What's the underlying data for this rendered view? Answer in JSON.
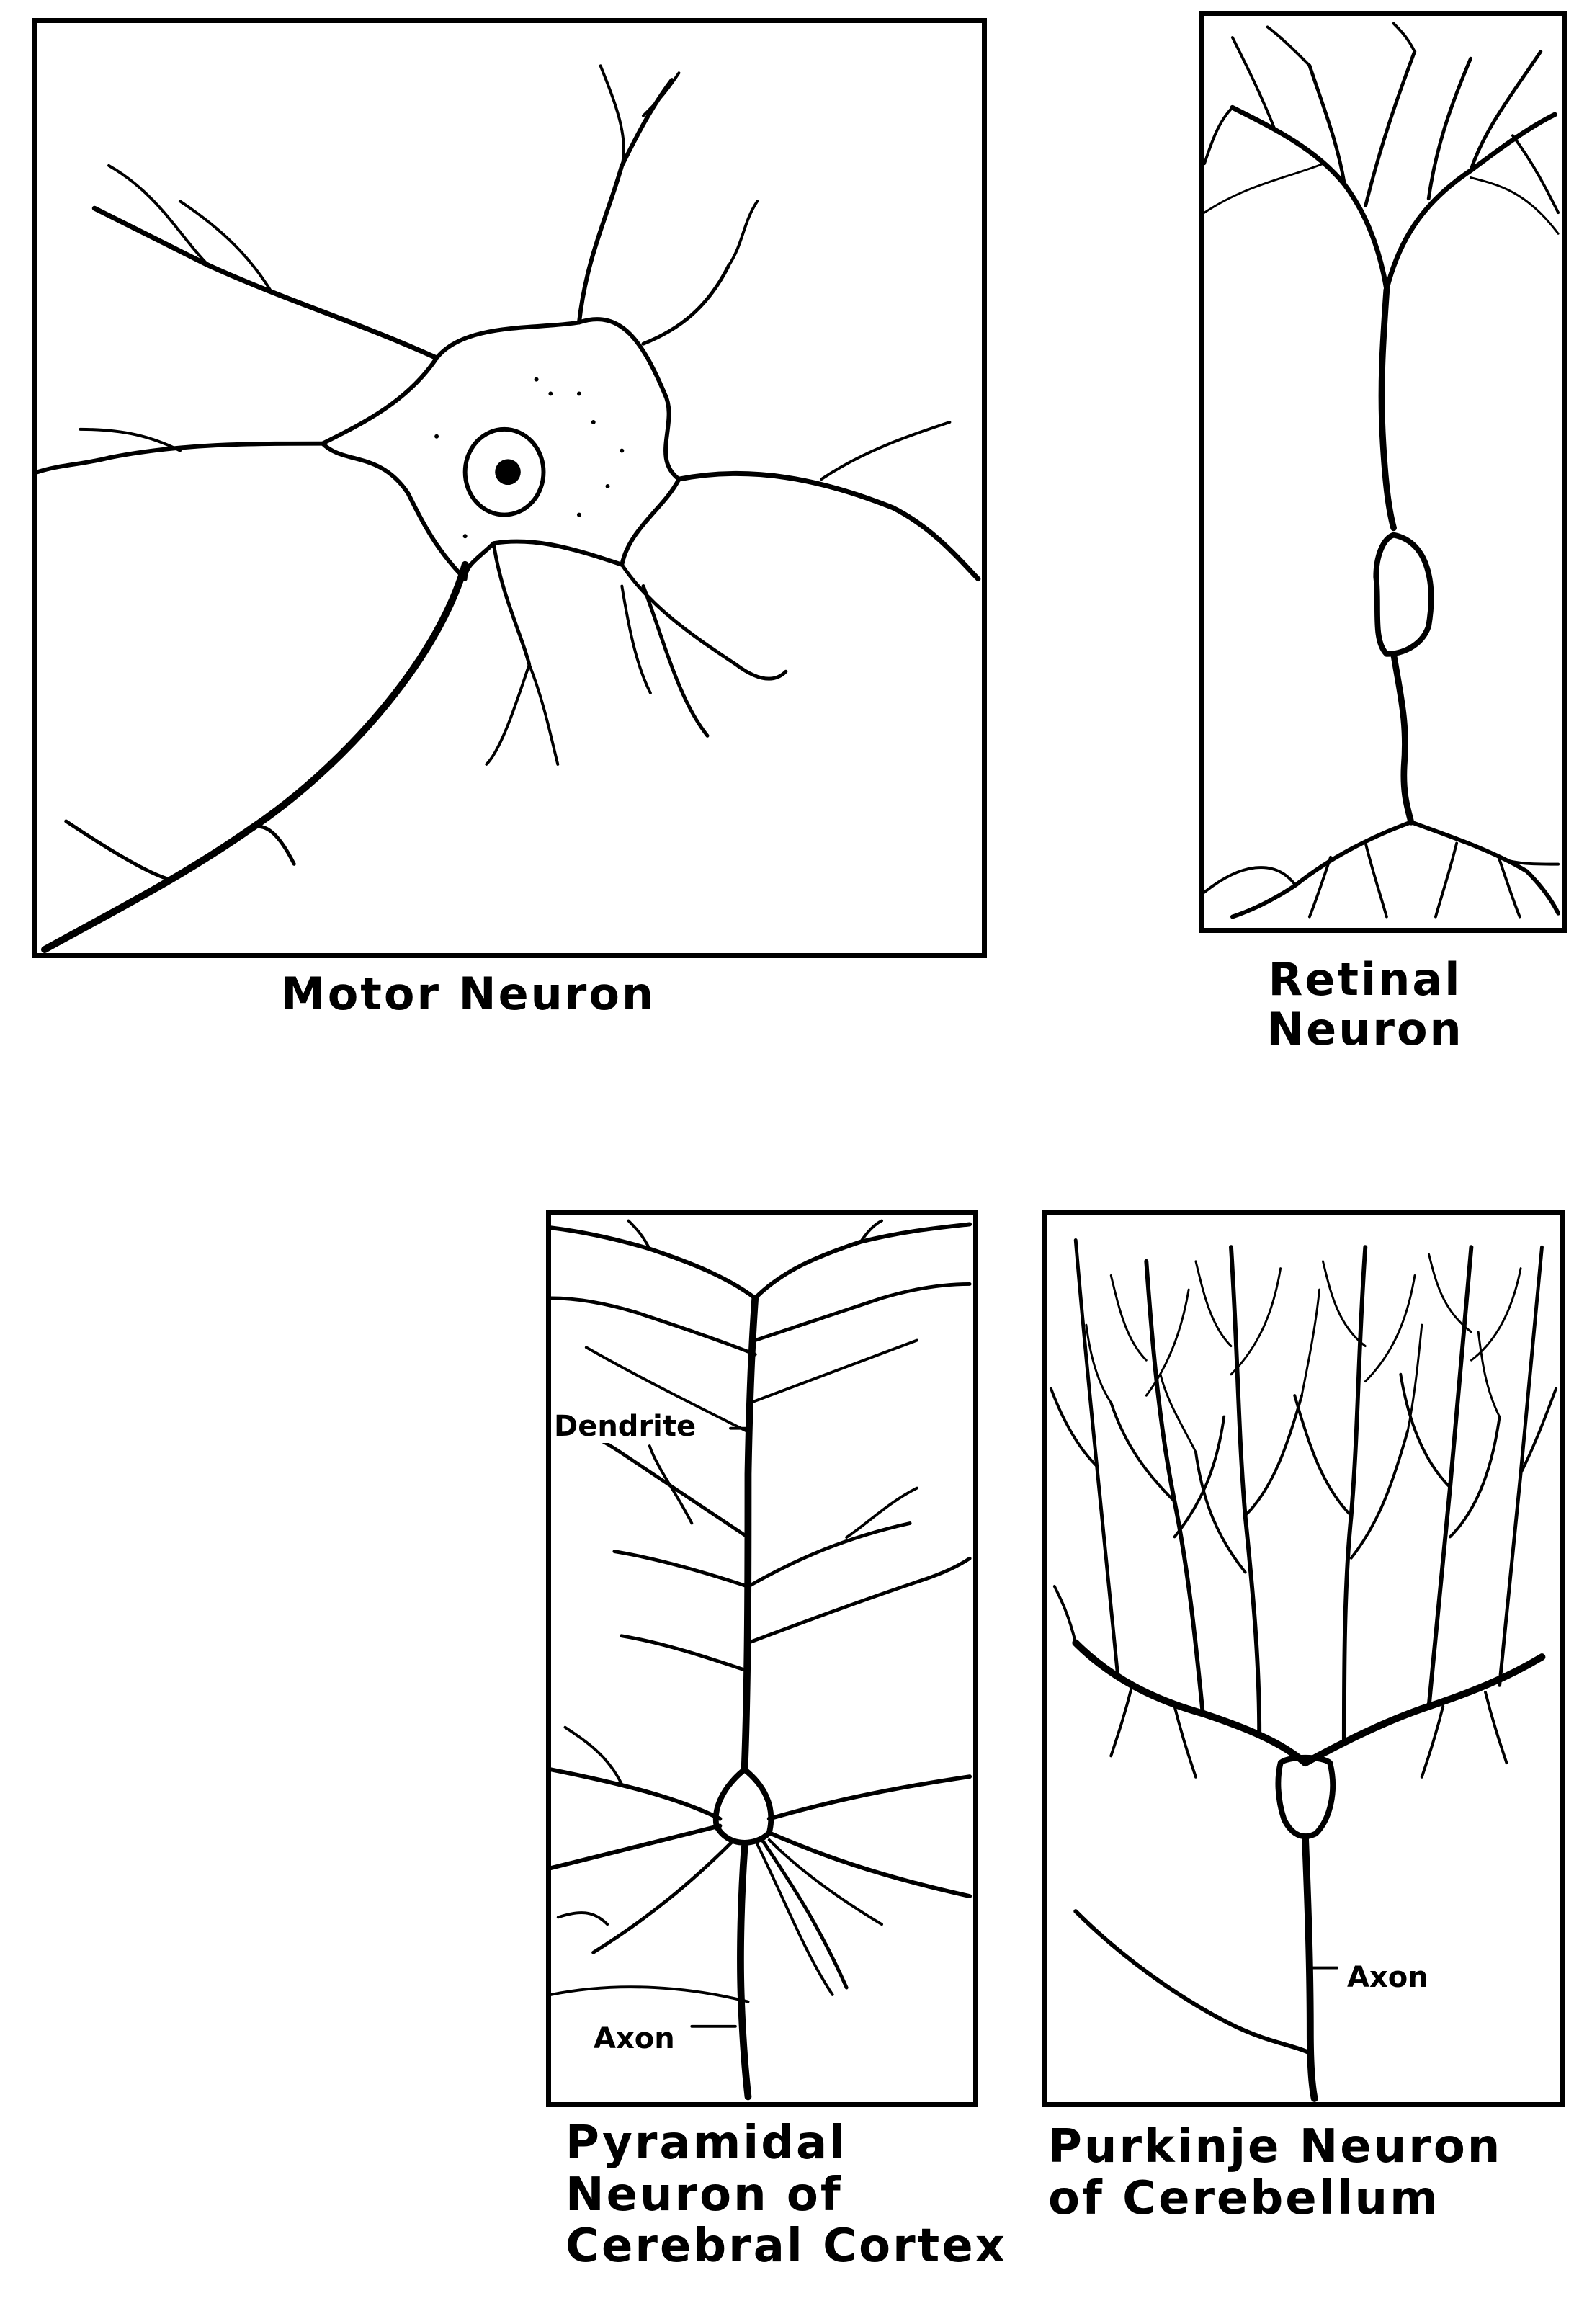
{
  "figure": {
    "panels": [
      {
        "id": "motor",
        "caption": "Motor Neuron"
      },
      {
        "id": "retinal",
        "caption_line1": "Retinal",
        "caption_line2": "Neuron"
      },
      {
        "id": "pyramidal",
        "caption_line1": "Pyramidal",
        "caption_line2": "Neuron of",
        "caption_line3": "Cerebral Cortex",
        "label_dendrite": "Dendrite",
        "label_axon": "Axon"
      },
      {
        "id": "purkinje",
        "caption_line1": "Purkinje Neuron",
        "caption_line2": "of Cerebellum",
        "label_axon": "Axon"
      }
    ]
  },
  "colors": {
    "ink": "#000000",
    "paper": "#ffffff"
  }
}
